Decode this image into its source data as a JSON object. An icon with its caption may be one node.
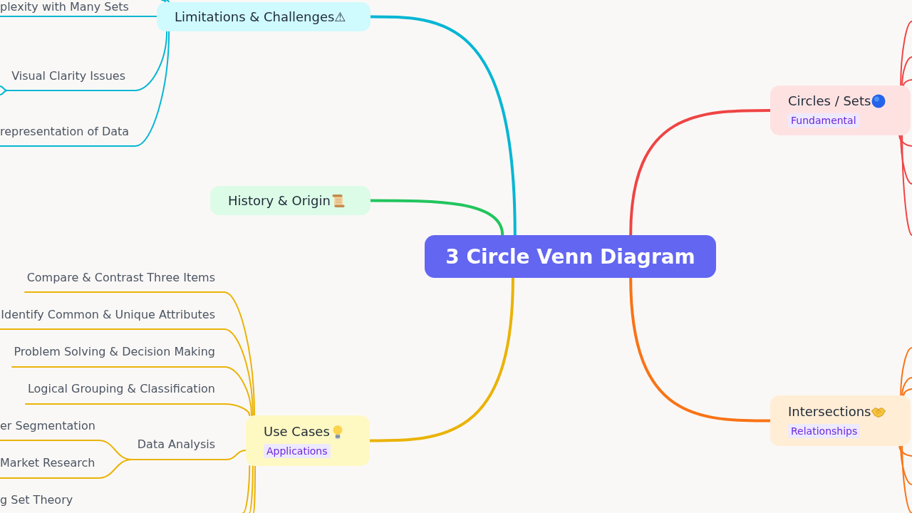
{
  "diagram": {
    "nodes": [
      {
        "text": [
          "3 Circle Venn Diagram"
        ]
      },
      {
        "text": [
          "Limitations & Challenges⚠"
        ]
      },
      {
        "text": [
          "plexity with Many Sets"
        ]
      },
      {
        "text": [
          "Visual Clarity Issues"
        ]
      },
      {
        "text": [
          "representation of Data"
        ]
      },
      {
        "text": [
          "History & Origin"
        ]
      },
      {
        "text": [
          "Circles / Sets",
          "Fundamental"
        ]
      },
      {
        "text": [
          "Intersections",
          "Relationships"
        ]
      },
      {
        "text": [
          "Use Cases",
          "Applications"
        ]
      },
      {
        "text": [
          "Compare & Contrast Three Items"
        ]
      },
      {
        "text": [
          "Identify Common & Unique Attributes"
        ]
      },
      {
        "text": [
          "Problem Solving & Decision Making"
        ]
      },
      {
        "text": [
          "Logical Grouping & Classification"
        ]
      },
      {
        "text": [
          "Data Analysis"
        ]
      },
      {
        "text": [
          "er Segmentation"
        ]
      },
      {
        "text": [
          "Market Research"
        ]
      },
      {
        "text": [
          "g Set Theory"
        ]
      }
    ],
    "edges": [
      {
        "from": 0,
        "to": 1,
        "arrow": "none",
        "style": "thick",
        "color": "#06b6d4"
      },
      {
        "from": 0,
        "to": 5,
        "arrow": "none",
        "style": "thick",
        "color": "#22c55e"
      },
      {
        "from": 0,
        "to": 6,
        "arrow": "none",
        "style": "thick",
        "color": "#ef4444"
      },
      {
        "from": 0,
        "to": 7,
        "arrow": "none",
        "style": "thick",
        "color": "#f97316"
      },
      {
        "from": 0,
        "to": 8,
        "arrow": "none",
        "style": "thick"
      },
      {
        "from": 1,
        "to": 2,
        "arrow": "none",
        "color": "#06b6d4"
      },
      {
        "from": 1,
        "to": 3,
        "arrow": "none",
        "color": "#06b6d4"
      },
      {
        "from": 1,
        "to": 4,
        "arrow": "none",
        "color": "#06b6d4"
      },
      {
        "from": 1,
        "to": null,
        "arrow": "none",
        "color": "#06b6d4"
      },
      {
        "from": 1,
        "to": null,
        "arrow": "none",
        "color": "#06b6d4"
      },
      {
        "from": 3,
        "to": null,
        "arrow": "none",
        "color": "#06b6d4"
      },
      {
        "from": 3,
        "to": null,
        "arrow": "none",
        "color": "#06b6d4"
      },
      {
        "from": 6,
        "to": null,
        "arrow": "none",
        "color": "#ef4444"
      },
      {
        "from": 6,
        "to": null,
        "arrow": "none",
        "color": "#ef4444"
      },
      {
        "from": 6,
        "to": null,
        "arrow": "none",
        "color": "#ef4444"
      },
      {
        "from": 6,
        "to": null,
        "arrow": "none",
        "color": "#ef4444"
      },
      {
        "from": 6,
        "to": null,
        "arrow": "none",
        "color": "#ef4444"
      },
      {
        "from": 6,
        "to": null,
        "arrow": "none",
        "color": "#ef4444"
      },
      {
        "from": 7,
        "to": null,
        "arrow": "none",
        "color": "#f97316"
      },
      {
        "from": 7,
        "to": null,
        "arrow": "none",
        "color": "#f97316"
      },
      {
        "from": 7,
        "to": null,
        "arrow": "none",
        "color": "#f97316"
      },
      {
        "from": 7,
        "to": null,
        "arrow": "none",
        "color": "#f97316"
      },
      {
        "from": 7,
        "to": null,
        "arrow": "none",
        "color": "#f97316"
      },
      {
        "from": 7,
        "to": null,
        "arrow": "none",
        "color": "#f97316"
      },
      {
        "from": 8,
        "to": 9,
        "arrow": "none"
      },
      {
        "from": 8,
        "to": 10,
        "arrow": "none"
      },
      {
        "from": 8,
        "to": 11,
        "arrow": "none"
      },
      {
        "from": 8,
        "to": 12,
        "arrow": "none"
      },
      {
        "from": 8,
        "to": 13,
        "arrow": "none"
      },
      {
        "from": 8,
        "to": null,
        "arrow": "none"
      },
      {
        "from": 8,
        "to": null,
        "arrow": "none"
      },
      {
        "from": 8,
        "to": null,
        "arrow": "none"
      },
      {
        "from": 13,
        "to": 14,
        "arrow": "none"
      },
      {
        "from": 13,
        "to": 15,
        "arrow": "none"
      }
    ]
  }
}
